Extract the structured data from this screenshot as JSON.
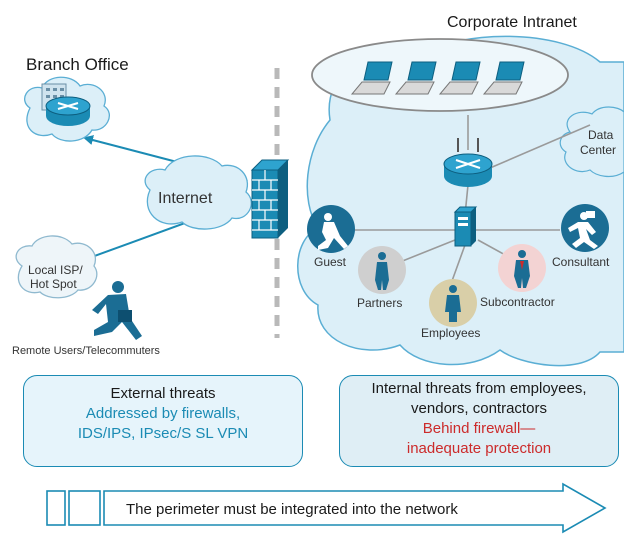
{
  "labels": {
    "corporate_intranet": "Corporate Intranet",
    "branch_office": "Branch Office",
    "internet": "Internet",
    "local_isp": [
      "Local ISP/",
      "Hot Spot"
    ],
    "remote_users": "Remote Users/Telecommuters",
    "data_center": [
      "Data",
      "Center"
    ],
    "guest": "Guest",
    "partners": "Partners",
    "employees": "Employees",
    "subcontractor": "Subcontractor",
    "consultant": "Consultant"
  },
  "external_box": {
    "title": "External threats",
    "line1": "Addressed by firewalls,",
    "line2": "IDS/IPS, IPsec/S SL VPN"
  },
  "internal_box": {
    "line1": "Internal threats from employees,",
    "line2": "vendors, contractors",
    "line3": "Behind firewall—",
    "line4": "inadequate protection"
  },
  "banner": "The perimeter must be integrated into the network",
  "colors": {
    "accent": "#1b8bb4",
    "cloud_fill": "#dceff8",
    "cloud_stroke": "#5aaed4",
    "warning_red": "#cc2b2b",
    "person_gray": "#cfcfcf",
    "person_beige": "#d9cfa8",
    "person_pink": "#f3d3d3"
  },
  "icons": [
    "router-icon",
    "firewall-icon",
    "server-icon",
    "laptop-icon",
    "person-icon",
    "building-icon"
  ]
}
